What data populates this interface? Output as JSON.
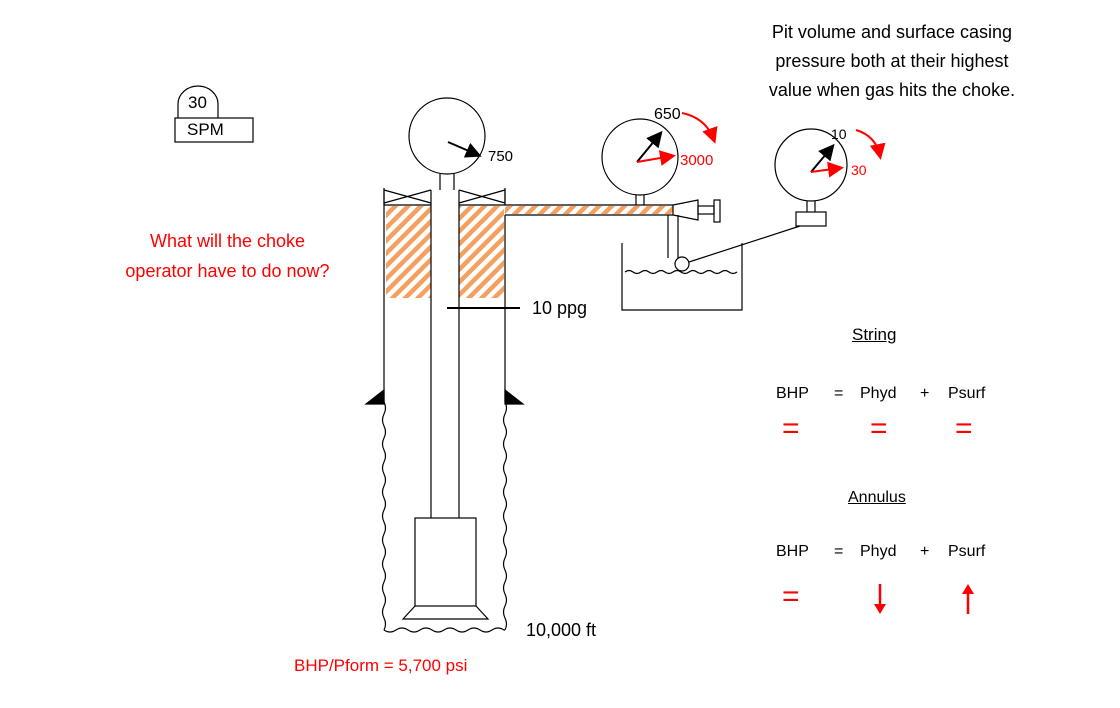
{
  "pump": {
    "rate": "30",
    "unit": "SPM"
  },
  "question": [
    "What will the choke",
    "operator have to do now?"
  ],
  "note": [
    "Pit volume and surface casing",
    "pressure both at their highest",
    "value when gas hits the choke."
  ],
  "gauges": {
    "drillpipe": "750",
    "casing_old": "650",
    "casing_new": "3000",
    "pit_old": "10",
    "pit_new": "30"
  },
  "mud_weight": "10 ppg",
  "depth": "10,000 ft",
  "bhp": "BHP/Pform = 5,700 psi",
  "string": {
    "title": "String",
    "bhp": "BHP",
    "eq": "=",
    "phyd": "Phyd",
    "plus": "+",
    "psurf": "Psurf",
    "row2": [
      "=",
      "=",
      "="
    ]
  },
  "annulus": {
    "title": "Annulus",
    "bhp": "BHP",
    "eq": "=",
    "phyd": "Phyd",
    "plus": "+",
    "psurf": "Psurf",
    "row2": [
      "="
    ]
  },
  "colors": {
    "accent": "#ff0000",
    "gas_hatch": "#f4a060"
  }
}
